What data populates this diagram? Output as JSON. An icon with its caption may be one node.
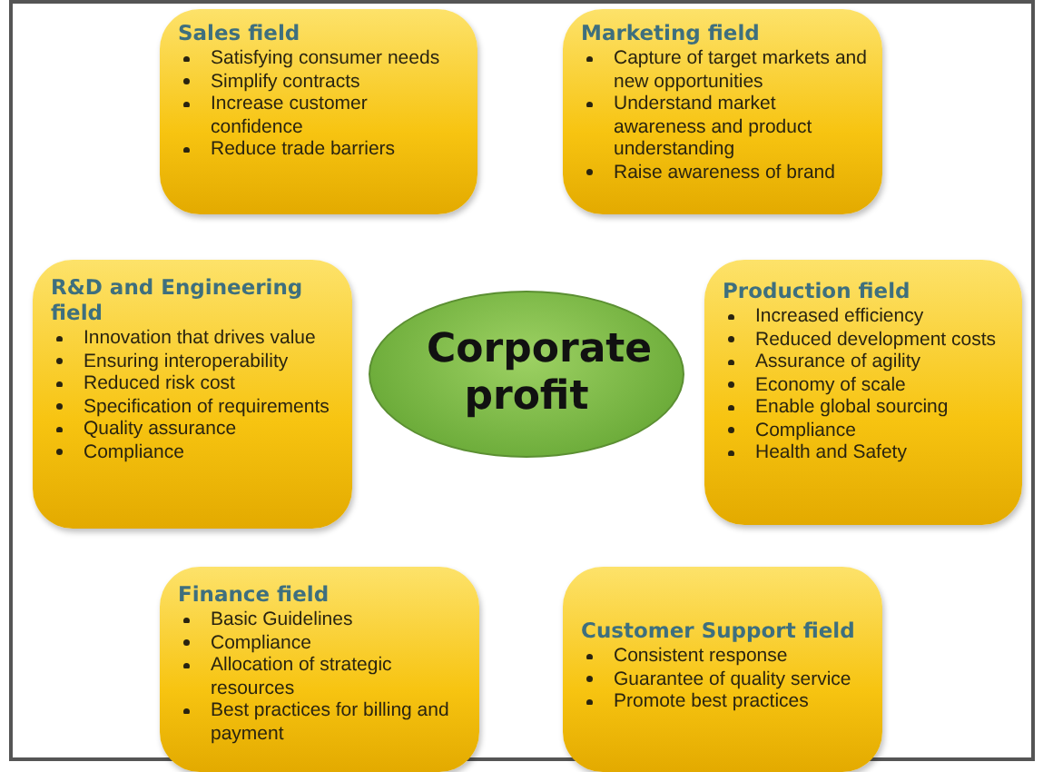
{
  "diagram": {
    "nodes": [
      {
        "text": [
          "Sales field",
          "Satisfying consumer needs",
          "Simplify contracts",
          "Increase customer confidence",
          "Reduce trade barriers"
        ]
      },
      {
        "text": [
          "Marketing field",
          "Capture of target markets and new opportunities",
          "Understand market awareness and product understanding",
          "Raise awareness of brand"
        ]
      },
      {
        "text": [
          "R&D and Engineering field",
          "Innovation that drives value",
          "Ensuring interoperability",
          "Reduced risk cost",
          "Specification of requirements",
          "Quality assurance",
          "Compliance"
        ]
      },
      {
        "text": [
          "Corporate profit"
        ]
      },
      {
        "text": [
          "Production field",
          "Increased efficiency",
          "Reduced development costs",
          "Assurance of agility",
          "Economy of scale",
          "Enable global sourcing",
          "Compliance",
          "Health and Safety"
        ]
      },
      {
        "text": [
          "Finance field",
          "Basic Guidelines",
          "Compliance",
          "Allocation of strategic resources",
          "Best practices for billing and payment"
        ]
      },
      {
        "text": [
          "Customer Support field",
          "Consistent response",
          "Guarantee of quality service",
          "Promote best practices"
        ]
      }
    ]
  }
}
